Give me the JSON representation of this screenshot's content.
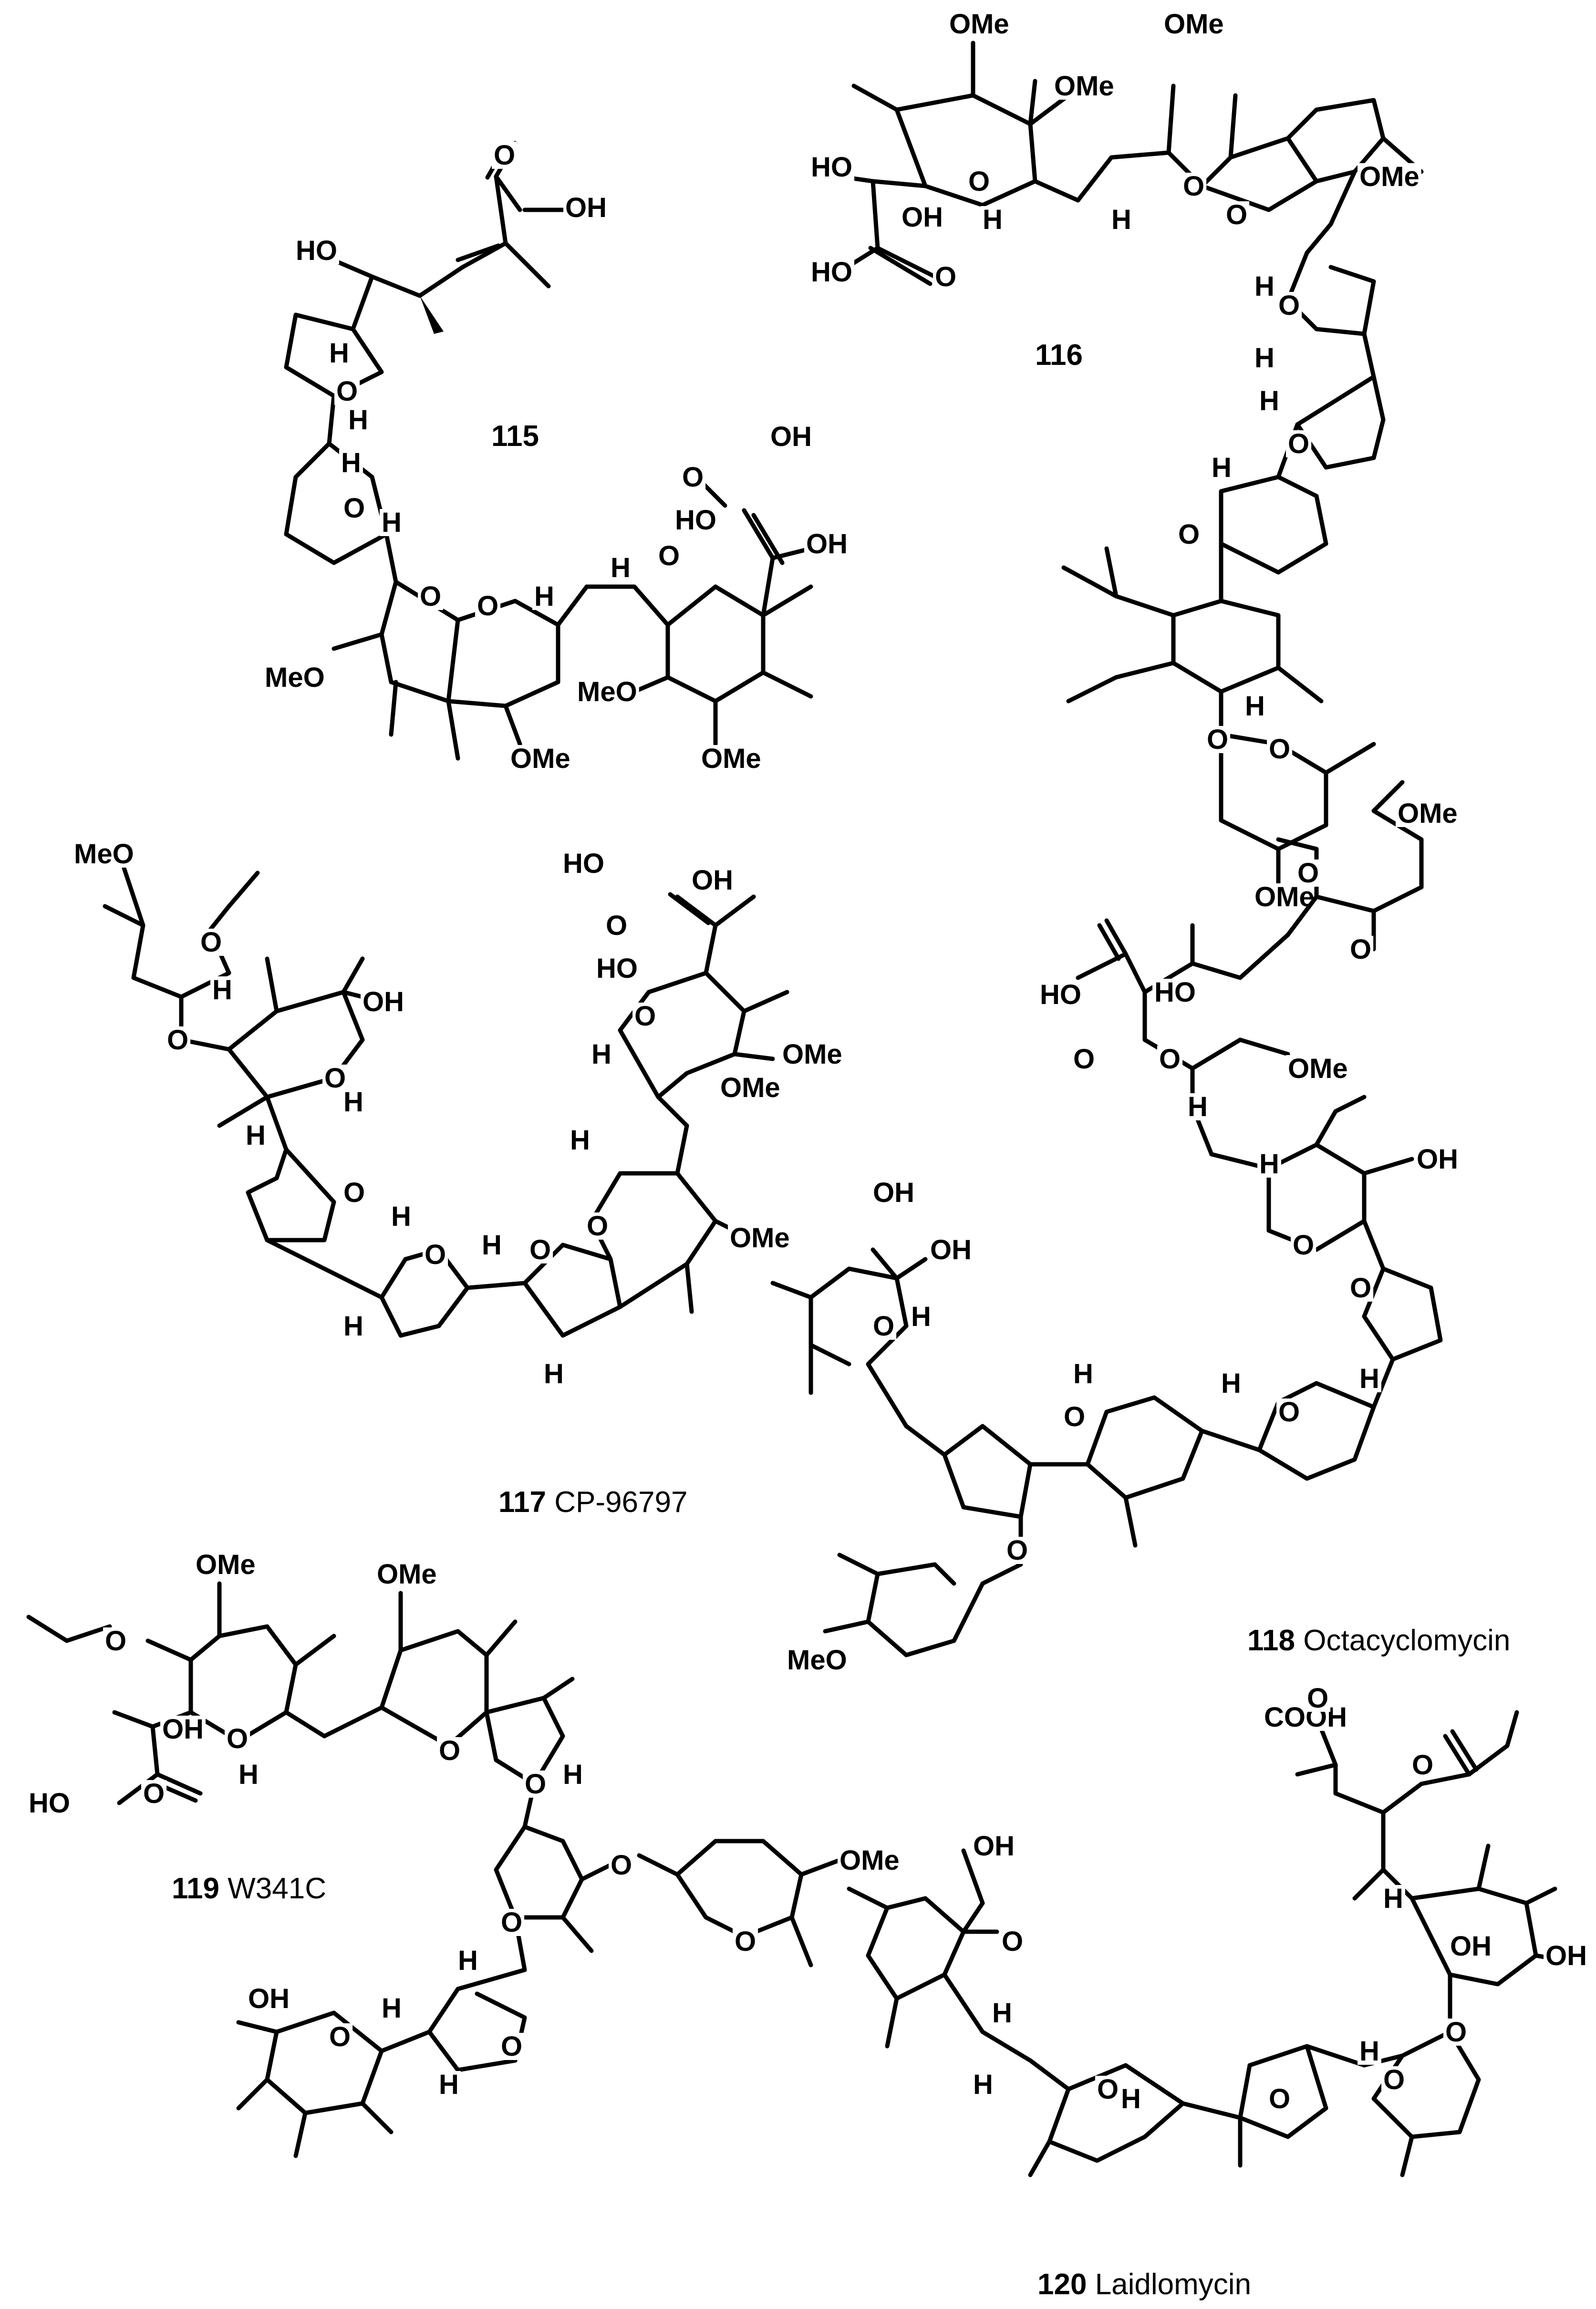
{
  "compounds": [
    {
      "number": "115",
      "name": "",
      "atom_labels": [
        "O",
        "OH",
        "HO",
        "H",
        "O",
        "H",
        "H",
        "O",
        "H",
        "O",
        "O",
        "MeO",
        "OMe",
        "H",
        "H",
        "O",
        "HO",
        "OH",
        "O",
        "OH",
        "MeO",
        "OMe"
      ]
    },
    {
      "number": "116",
      "name": "",
      "atom_labels": [
        "OMe",
        "OMe",
        "OMe",
        "HO",
        "O",
        "OH",
        "H",
        "O",
        "H",
        "O",
        "OMe",
        "HO",
        "O",
        "H",
        "O",
        "H",
        "H",
        "O",
        "H",
        "O",
        "O",
        "H",
        "O",
        "OMe"
      ]
    },
    {
      "number": "117",
      "name": "CP-96797",
      "atom_labels": [
        "MeO",
        "O",
        "H",
        "O",
        "OH",
        "O",
        "H",
        "H",
        "O",
        "H",
        "H",
        "O",
        "H",
        "O",
        "H",
        "O",
        "HO",
        "OH",
        "O",
        "HO",
        "O",
        "H",
        "OMe",
        "OMe",
        "H",
        "OMe"
      ]
    },
    {
      "number": "118",
      "name": "Octacyclomycin",
      "atom_labels": [
        "OMe",
        "O",
        "O",
        "HO",
        "O",
        "HO",
        "OMe",
        "O",
        "H",
        "OH",
        "OH",
        "H",
        "O",
        "OH",
        "O",
        "H",
        "O",
        "H",
        "H",
        "O",
        "H",
        "O",
        "O",
        "MeO"
      ]
    },
    {
      "number": "119",
      "name": "W341C",
      "atom_labels": [
        "OMe",
        "OMe",
        "O",
        "OH",
        "O",
        "H",
        "O",
        "HO",
        "O",
        "O",
        "H",
        "O",
        "O",
        "OMe",
        "O",
        "OH",
        "O",
        "H",
        "H",
        "O",
        "H"
      ]
    },
    {
      "number": "120",
      "name": "Laidlomycin",
      "atom_labels": [
        "COOH",
        "O",
        "O",
        "OH",
        "OH",
        "O",
        "H",
        "H",
        "OH",
        "O",
        "H",
        "O",
        "H",
        "O",
        "O",
        "H"
      ]
    }
  ]
}
